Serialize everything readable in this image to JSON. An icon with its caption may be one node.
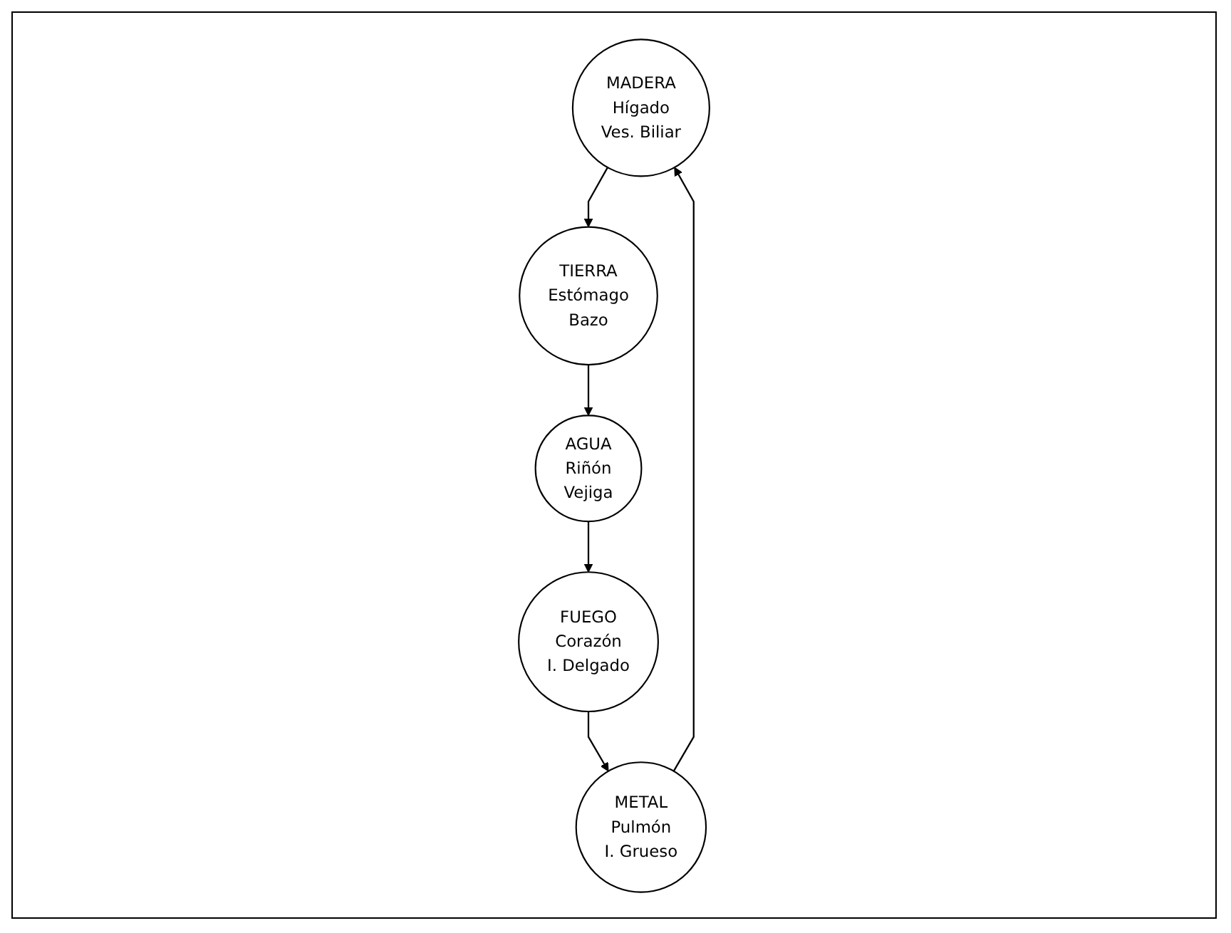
{
  "diagram": {
    "nodes": [
      {
        "text": [
          "MADERA",
          "Hígado",
          "Ves. Biliar"
        ]
      },
      {
        "text": [
          "AGUA",
          "Riñón",
          "Vejiga"
        ]
      },
      {
        "text": [
          "FUEGO",
          "Corazón",
          "I. Delgado"
        ]
      },
      {
        "text": [
          "METAL",
          "Pulmón",
          "I. Grueso"
        ]
      },
      {
        "text": [
          "TIERRA",
          "Estómago",
          "Bazo"
        ]
      }
    ],
    "edges": [
      {
        "from": 0,
        "to": 4,
        "arrow": "to"
      },
      {
        "from": 4,
        "to": 1,
        "arrow": "to"
      },
      {
        "from": 1,
        "to": 2,
        "arrow": "to"
      },
      {
        "from": 2,
        "to": 3,
        "arrow": "to"
      },
      {
        "from": 3,
        "to": 0,
        "arrow": "to"
      }
    ]
  }
}
